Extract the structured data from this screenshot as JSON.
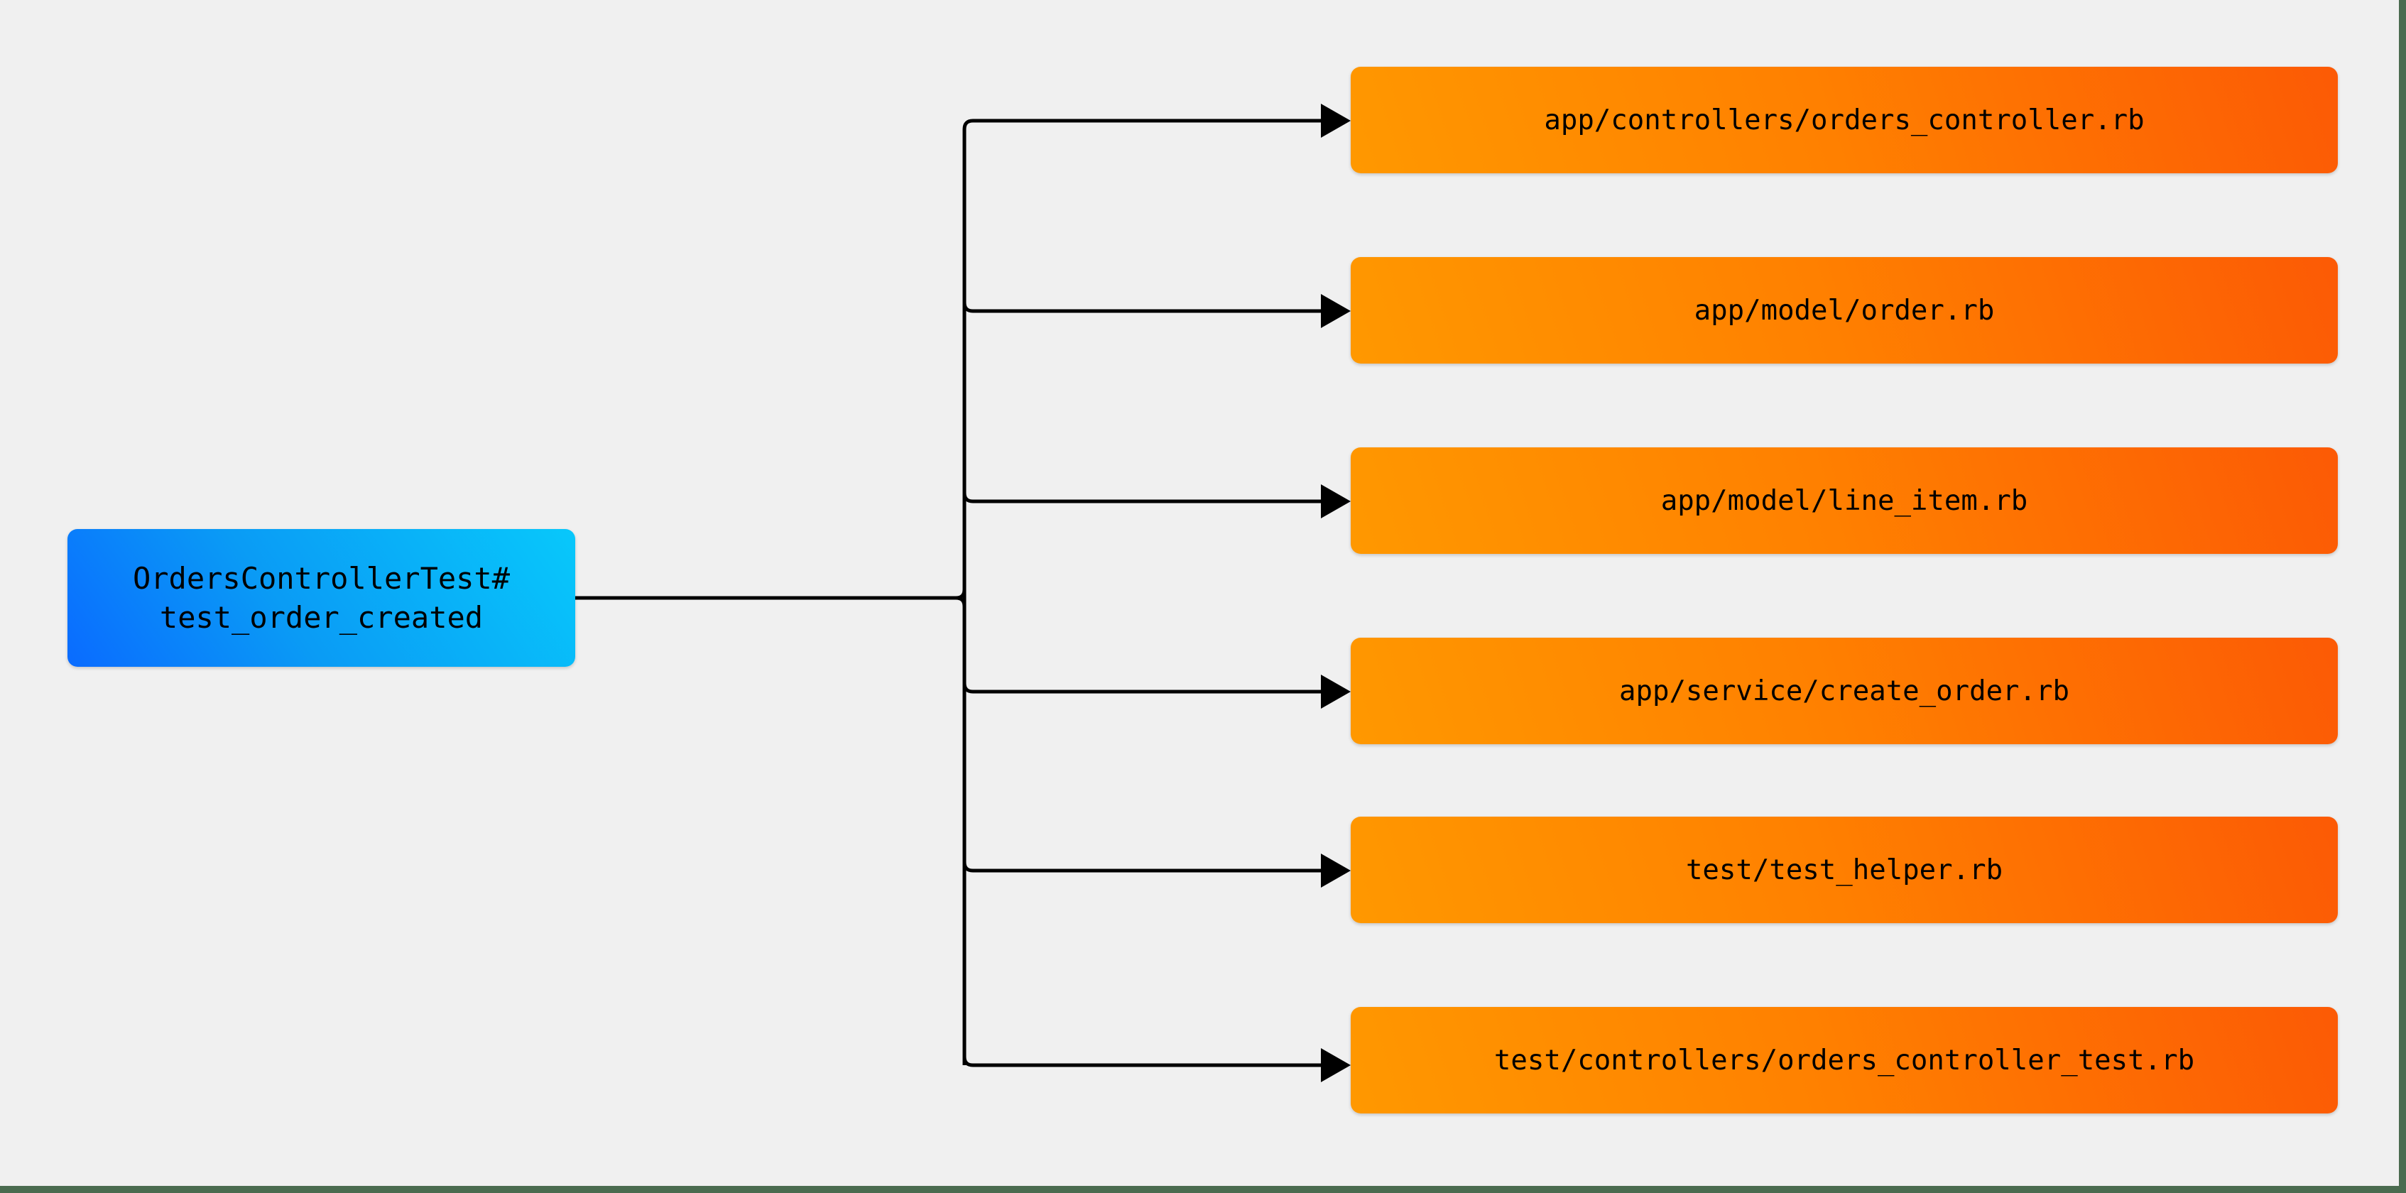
{
  "diagram": {
    "type": "dependency-graph",
    "title": "",
    "background_color": "#f0f0f0",
    "border_color": "#4a6b4f",
    "source_node": {
      "id": "test-case",
      "line1": "OrdersControllerTest#",
      "line2": "test_order_created",
      "gradient_from": "#0a6bff",
      "gradient_to": "#08c8fb",
      "text_color": "#000000"
    },
    "target_nodes": [
      {
        "id": "orders-controller",
        "label": "app/controllers/orders_controller.rb"
      },
      {
        "id": "order-model",
        "label": "app/model/order.rb"
      },
      {
        "id": "line-item-model",
        "label": "app/model/line_item.rb"
      },
      {
        "id": "create-order-service",
        "label": "app/service/create_order.rb"
      },
      {
        "id": "test-helper",
        "label": "test/test_helper.rb"
      },
      {
        "id": "orders-controller-test",
        "label": "test/controllers/orders_controller_test.rb"
      }
    ],
    "target_style": {
      "gradient_from": "#ff9800",
      "gradient_to": "#fc5a05",
      "text_color": "#000000"
    },
    "edge_style": {
      "color": "#000000",
      "width": 5,
      "arrow": "filled-triangle",
      "routing": "orthogonal-rounded"
    },
    "edge_count": 6
  }
}
